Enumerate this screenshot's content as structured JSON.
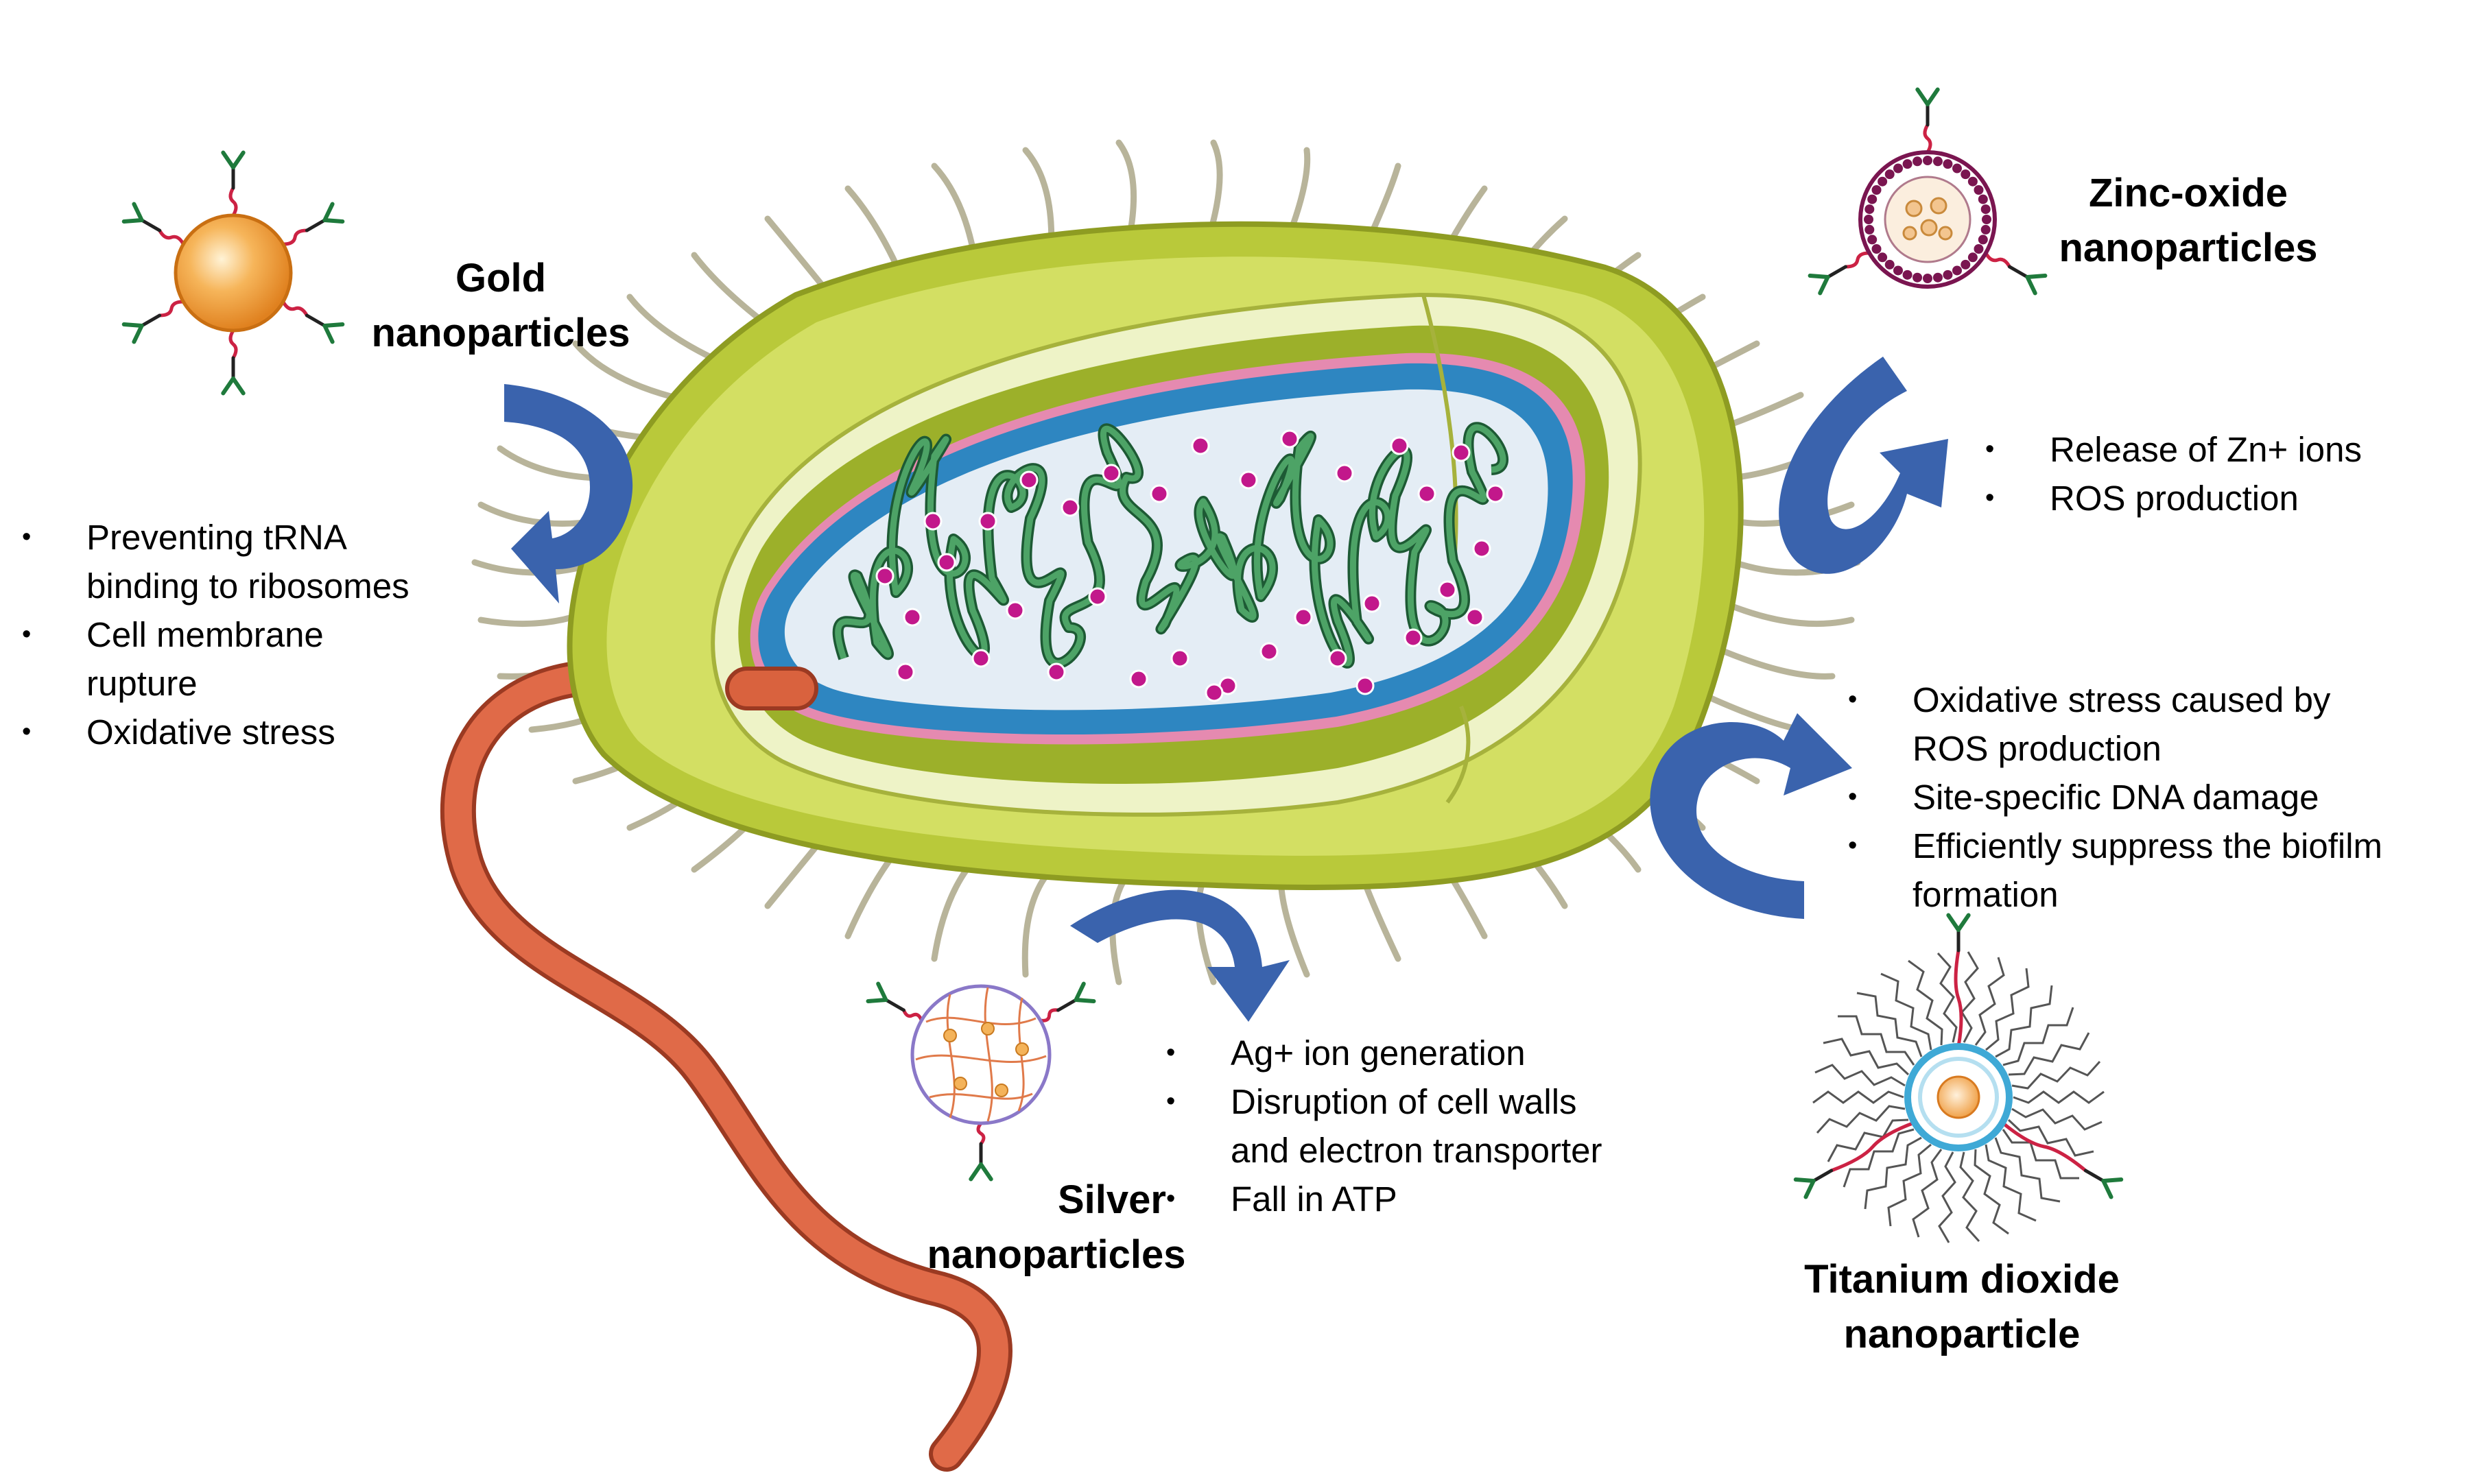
{
  "colors": {
    "capsule_outer": "#b9c93a",
    "capsule_inner": "#d6e26a",
    "cell_wall_light": "#eef3c7",
    "membrane_blue": "#2e86c1",
    "cytoplasm": "#dde9f3",
    "dna_green": "#3c8a55",
    "ribosome_magenta": "#c2188b",
    "flagellum": "#d95a3c",
    "arrow_blue": "#3a63ad",
    "gold_particle": "#f0962e",
    "ligand_green": "#1f7a3c",
    "linker_red": "#cc2244",
    "zinc_vesicle": "#7a1550"
  },
  "icons": [
    "bacterium-cell",
    "flagellum",
    "pili",
    "gold-nanoparticle-icon",
    "zinc-oxide-nanoparticle-icon",
    "silver-nanoparticle-icon",
    "titanium-dioxide-nanoparticle-icon",
    "curved-arrow-icon"
  ],
  "labels": {
    "gold": [
      "Gold",
      "nanoparticles"
    ],
    "zinc": [
      "Zinc-oxide",
      "nanoparticles"
    ],
    "silver": [
      "Silver",
      "nanoparticles"
    ],
    "titanium": [
      "Titanium dioxide",
      "nanoparticle"
    ]
  },
  "mechanisms": {
    "gold": [
      "Preventing tRNA\nbinding to ribosomes",
      "Cell membrane\nrupture",
      "Oxidative stress"
    ],
    "zinc": [
      "Release of Zn+ ions",
      "ROS production"
    ],
    "titanium": [
      "Oxidative stress caused by\nROS production",
      "Site-specific DNA damage",
      "Efficiently suppress the biofilm\nformation"
    ],
    "silver": [
      "Ag+ ion generation",
      "Disruption of cell walls\nand electron transporter",
      "Fall in ATP"
    ]
  }
}
